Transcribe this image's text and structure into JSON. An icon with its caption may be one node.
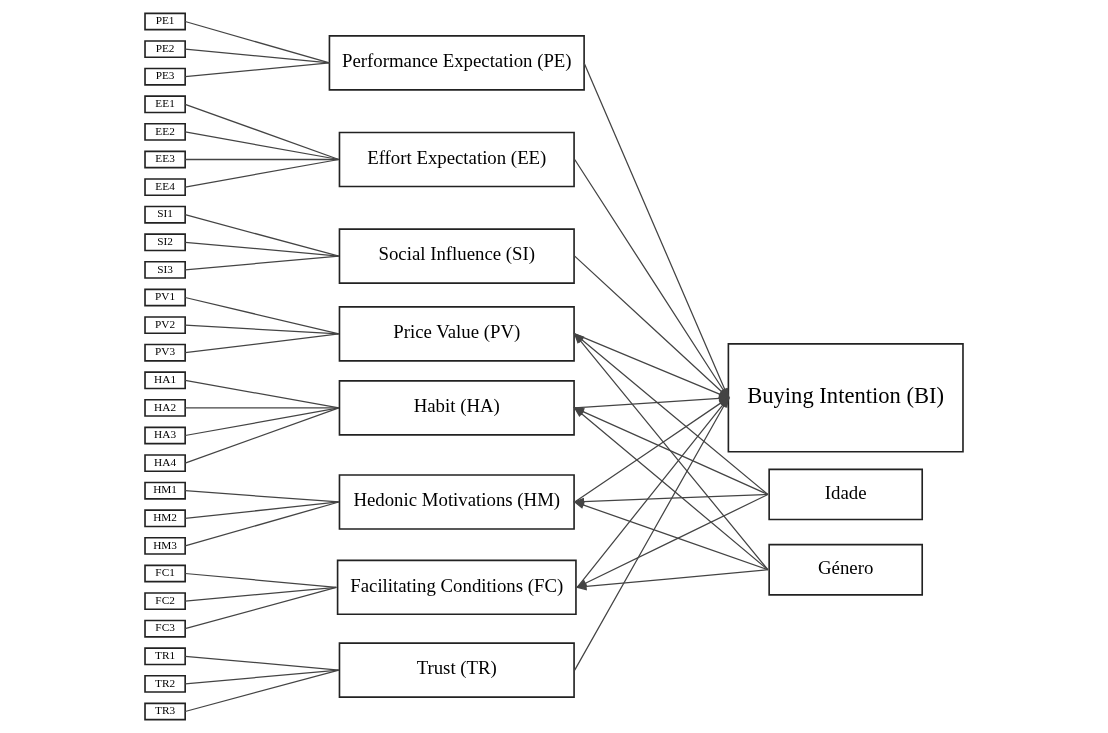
{
  "diagram": {
    "nodes": [
      {
        "text": [
          "PE1"
        ]
      },
      {
        "text": [
          "PE2"
        ]
      },
      {
        "text": [
          "PE3"
        ]
      },
      {
        "text": [
          "Performance Expectation (PE)"
        ]
      },
      {
        "text": [
          "EE1"
        ]
      },
      {
        "text": [
          "EE2"
        ]
      },
      {
        "text": [
          "EE3"
        ]
      },
      {
        "text": [
          "EE4"
        ]
      },
      {
        "text": [
          "Effort Expectation (EE)"
        ]
      },
      {
        "text": [
          "SI1"
        ]
      },
      {
        "text": [
          "SI2"
        ]
      },
      {
        "text": [
          "SI3"
        ]
      },
      {
        "text": [
          "Social Influence (SI)"
        ]
      },
      {
        "text": [
          "FC1"
        ]
      },
      {
        "text": [
          "FC2"
        ]
      },
      {
        "text": [
          "FC3"
        ]
      },
      {
        "text": [
          "Facilitating Conditions (FC)"
        ]
      },
      {
        "text": [
          "HM1"
        ]
      },
      {
        "text": [
          "HM2"
        ]
      },
      {
        "text": [
          "HM3"
        ]
      },
      {
        "text": [
          "Hedonic Motivations (HM)"
        ]
      },
      {
        "text": [
          "PV1"
        ]
      },
      {
        "text": [
          "PV2"
        ]
      },
      {
        "text": [
          "PV3"
        ]
      },
      {
        "text": [
          "Price Value (PV)"
        ]
      },
      {
        "text": [
          "HA1"
        ]
      },
      {
        "text": [
          "HA2"
        ]
      },
      {
        "text": [
          "HA3"
        ]
      },
      {
        "text": [
          "HA4"
        ]
      },
      {
        "text": [
          "Habit (HA)"
        ]
      },
      {
        "text": [
          "TR1"
        ]
      },
      {
        "text": [
          "TR2"
        ]
      },
      {
        "text": [
          "TR3"
        ]
      },
      {
        "text": [
          "Trust (TR)"
        ]
      },
      {
        "text": [
          "Buying Intention (BI)"
        ]
      },
      {
        "text": [
          "Idade"
        ]
      },
      {
        "text": [
          "Género"
        ]
      }
    ],
    "edges": [
      {
        "from": 0,
        "to": 3,
        "arrow": "none"
      },
      {
        "from": 1,
        "to": 3,
        "arrow": "none"
      },
      {
        "from": 2,
        "to": 3,
        "arrow": "none"
      },
      {
        "from": 4,
        "to": 8,
        "arrow": "none"
      },
      {
        "from": 5,
        "to": 8,
        "arrow": "none"
      },
      {
        "from": 6,
        "to": 8,
        "arrow": "none"
      },
      {
        "from": 7,
        "to": 8,
        "arrow": "none"
      },
      {
        "from": 9,
        "to": 12,
        "arrow": "none"
      },
      {
        "from": 10,
        "to": 12,
        "arrow": "none"
      },
      {
        "from": 11,
        "to": 12,
        "arrow": "none"
      },
      {
        "from": 13,
        "to": 16,
        "arrow": "none"
      },
      {
        "from": 14,
        "to": 16,
        "arrow": "none"
      },
      {
        "from": 15,
        "to": 16,
        "arrow": "none"
      },
      {
        "from": 17,
        "to": 20,
        "arrow": "none"
      },
      {
        "from": 18,
        "to": 20,
        "arrow": "none"
      },
      {
        "from": 19,
        "to": 20,
        "arrow": "none"
      },
      {
        "from": 21,
        "to": 24,
        "arrow": "none"
      },
      {
        "from": 22,
        "to": 24,
        "arrow": "none"
      },
      {
        "from": 23,
        "to": 24,
        "arrow": "none"
      },
      {
        "from": 25,
        "to": 29,
        "arrow": "none"
      },
      {
        "from": 26,
        "to": 29,
        "arrow": "none"
      },
      {
        "from": 27,
        "to": 29,
        "arrow": "none"
      },
      {
        "from": 28,
        "to": 29,
        "arrow": "none"
      },
      {
        "from": 30,
        "to": 33,
        "arrow": "none"
      },
      {
        "from": 31,
        "to": 33,
        "arrow": "none"
      },
      {
        "from": 32,
        "to": 33,
        "arrow": "none"
      },
      {
        "from": 3,
        "to": 34,
        "arrow": "to"
      },
      {
        "from": 8,
        "to": 34,
        "arrow": "to"
      },
      {
        "from": 12,
        "to": 34,
        "arrow": "to"
      },
      {
        "from": 16,
        "to": 34,
        "arrow": "to"
      },
      {
        "from": 20,
        "to": 34,
        "arrow": "to"
      },
      {
        "from": 24,
        "to": 34,
        "arrow": "to"
      },
      {
        "from": 29,
        "to": 34,
        "arrow": "to"
      },
      {
        "from": 33,
        "to": 34,
        "arrow": "to"
      },
      {
        "from": 35,
        "to": 16,
        "arrow": "to"
      },
      {
        "from": 35,
        "to": 20,
        "arrow": "to"
      },
      {
        "from": 35,
        "to": 24,
        "arrow": "to"
      },
      {
        "from": 35,
        "to": 29,
        "arrow": "to"
      },
      {
        "from": 36,
        "to": 16,
        "arrow": "to"
      },
      {
        "from": 36,
        "to": 20,
        "arrow": "to"
      },
      {
        "from": 36,
        "to": 24,
        "arrow": "to"
      },
      {
        "from": 36,
        "to": 29,
        "arrow": "to"
      }
    ]
  }
}
